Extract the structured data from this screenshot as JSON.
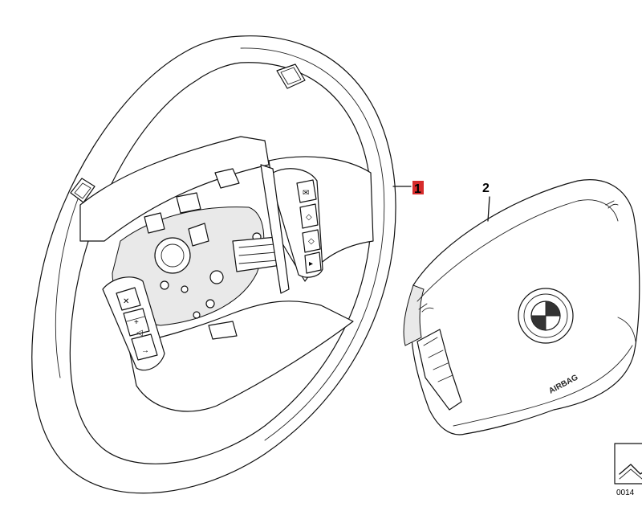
{
  "callouts": {
    "part1": "1",
    "part2": "2"
  },
  "airbag_label": "AIRBAG",
  "reference_number": "0014",
  "colors": {
    "callout_highlight": "#d62b2b",
    "line": "#111111",
    "background": "#ffffff"
  }
}
